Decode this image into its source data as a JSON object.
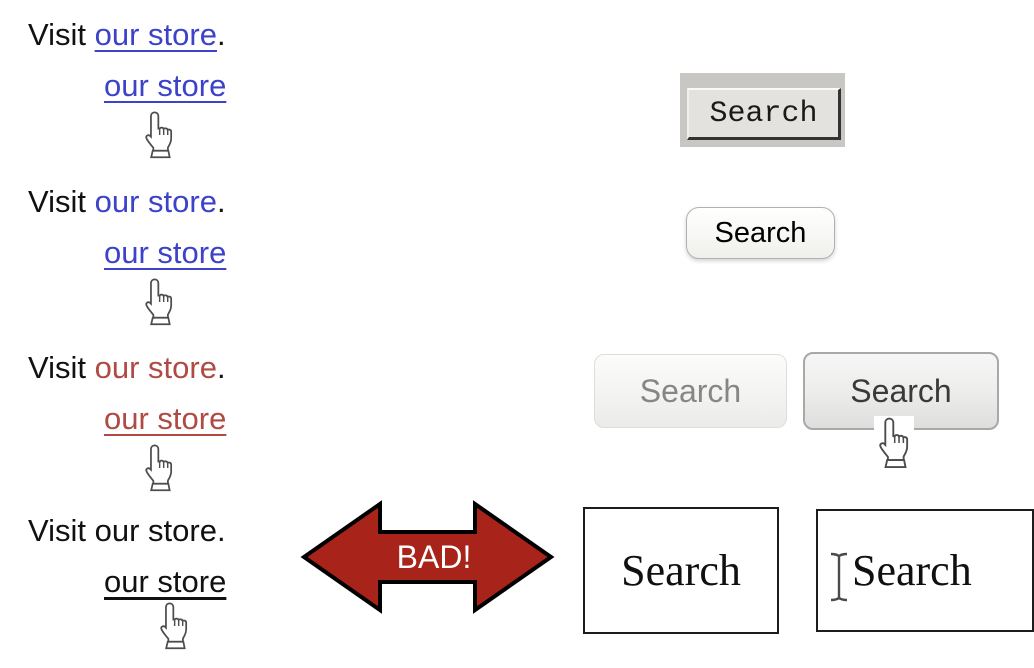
{
  "link_examples": {
    "prefix": "Visit ",
    "link_text": "our store",
    "suffix": ".",
    "rows": [
      {
        "name": "blue-underlined",
        "link_color": "#3c43c9",
        "underlined_in_sentence": true
      },
      {
        "name": "blue-no-underline",
        "link_color": "#3c43c9",
        "underlined_in_sentence": false
      },
      {
        "name": "red-no-underline",
        "link_color": "#b04a44",
        "underlined_in_sentence": false
      },
      {
        "name": "black-no-underline",
        "link_color": "#111111",
        "underlined_in_sentence": false
      }
    ]
  },
  "buttons": {
    "classic_beveled": {
      "label": "Search"
    },
    "rounded_mac": {
      "label": "Search"
    },
    "flat_normal": {
      "label": "Search",
      "text_color": "#868686"
    },
    "flat_hover": {
      "label": "Search",
      "text_color": "#3a3a3a"
    },
    "plain_box": {
      "label": "Search"
    },
    "plain_box_ibeam": {
      "label": "Search"
    }
  },
  "annotation": {
    "label": "BAD!",
    "arrow_color": "#a8231a",
    "text_color": "#ffffff"
  },
  "icons": {
    "hand_pointer": "hand-pointer-cursor",
    "i_beam": "text-i-beam-cursor"
  },
  "colors": {
    "link_blue": "#3c43c9",
    "link_red": "#b04a44",
    "body_text": "#111111"
  }
}
